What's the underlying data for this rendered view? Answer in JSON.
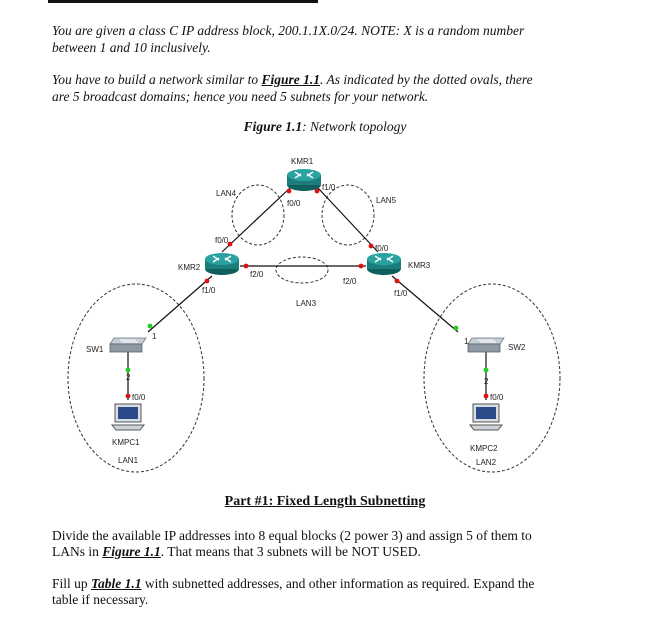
{
  "intro": {
    "line1": "You are given a class C IP address block, 200.1.1X.0/24. NOTE: X is a random number",
    "line2": "between 1 and 10 inclusively.",
    "p2_prefix": "You have to build a network similar to ",
    "p2_ref": "Figure 1.1",
    "p2_rest": ". As indicated by the dotted ovals, there",
    "p2_line2": "are 5 broadcast domains; hence you need 5 subnets for your network."
  },
  "figure": {
    "caption_label": "Figure 1.1",
    "caption_text": ": Network topology"
  },
  "topology": {
    "routers": [
      {
        "name": "KMR1"
      },
      {
        "name": "KMR2"
      },
      {
        "name": "KMR3"
      }
    ],
    "switches": [
      {
        "name": "SW1"
      },
      {
        "name": "SW2"
      }
    ],
    "pcs": [
      {
        "name": "KMPC1"
      },
      {
        "name": "KMPC2"
      }
    ],
    "lans": [
      "LAN1",
      "LAN2",
      "LAN3",
      "LAN4",
      "LAN5"
    ],
    "interfaces": {
      "kmr1_f00": "f0/0",
      "kmr1_f10": "f1/0",
      "kmr2_f00": "f0/0",
      "kmr2_f20": "f2/0",
      "kmr2_f10": "f1/0",
      "kmr3_f00": "f0/0",
      "kmr3_f20": "f2/0",
      "kmr3_f10": "f1/0",
      "sw1_p1": "1",
      "sw1_p2": "2",
      "sw2_p1": "1",
      "sw2_p2": "2",
      "pc1_f00": "f0/0",
      "pc2_f00": "f0/0"
    },
    "colors": {
      "router": "#1e8c8a",
      "switch": "#9aa4b0",
      "link_up": "#22cc22",
      "link_down": "#e01010"
    }
  },
  "part1": {
    "title": "Part #1: Fixed Length Subnetting",
    "p1_prefix": "Divide the available IP addresses into 8 equal blocks (2 power 3) and assign 5 of them to",
    "p1_line2_prefix": "LANs in ",
    "p1_ref": "Figure 1.1",
    "p1_line2_rest": ".  That means that 3 subnets will be NOT USED.",
    "p2_prefix": "Fill up ",
    "p2_ref": "Table 1.1",
    "p2_rest": " with subnetted addresses, and other information as required. Expand the",
    "p2_line2": "table if necessary."
  }
}
